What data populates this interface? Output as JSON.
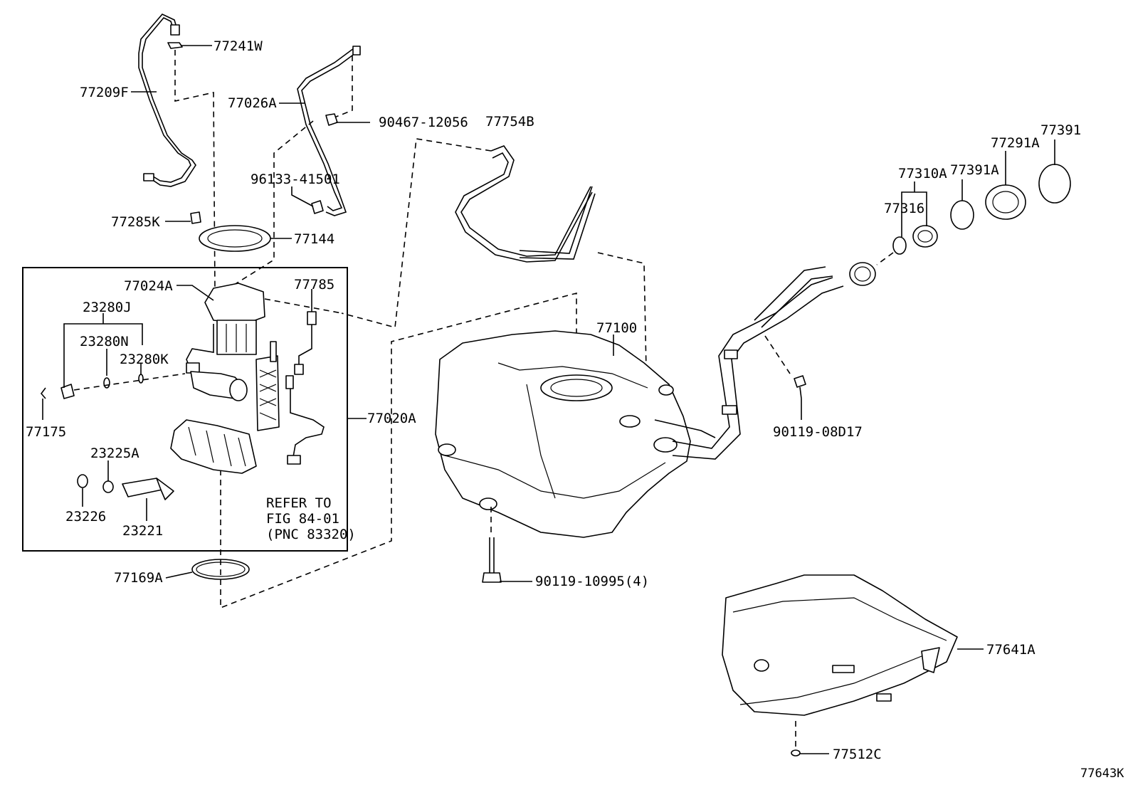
{
  "labels": {
    "p77241W": "77241W",
    "p77209F": "77209F",
    "p77026A": "77026A",
    "p90467_12056": "90467-12056",
    "p77754B": "77754B",
    "p96133_41501": "96133-41501",
    "p77285K": "77285K",
    "p77144": "77144",
    "p77024A": "77024A",
    "p77785": "77785",
    "p23280J": "23280J",
    "p23280N": "23280N",
    "p23280K": "23280K",
    "p77175": "77175",
    "p77020A": "77020A",
    "p23225A": "23225A",
    "p23226": "23226",
    "p23221": "23221",
    "p77169A": "77169A",
    "p77100": "77100",
    "p90119_10995": "90119-10995(4)",
    "p77310A": "77310A",
    "p77391A": "77391A",
    "p77291A": "77291A",
    "p77391": "77391",
    "p77316": "77316",
    "p90119_08D17": "90119-08D17",
    "p77641A": "77641A",
    "p77512C": "77512C",
    "diagram_code": "77643K"
  },
  "refer_note": {
    "line1": "REFER TO",
    "line2": "FIG 84-01",
    "line3": "(PNC 83320)"
  }
}
